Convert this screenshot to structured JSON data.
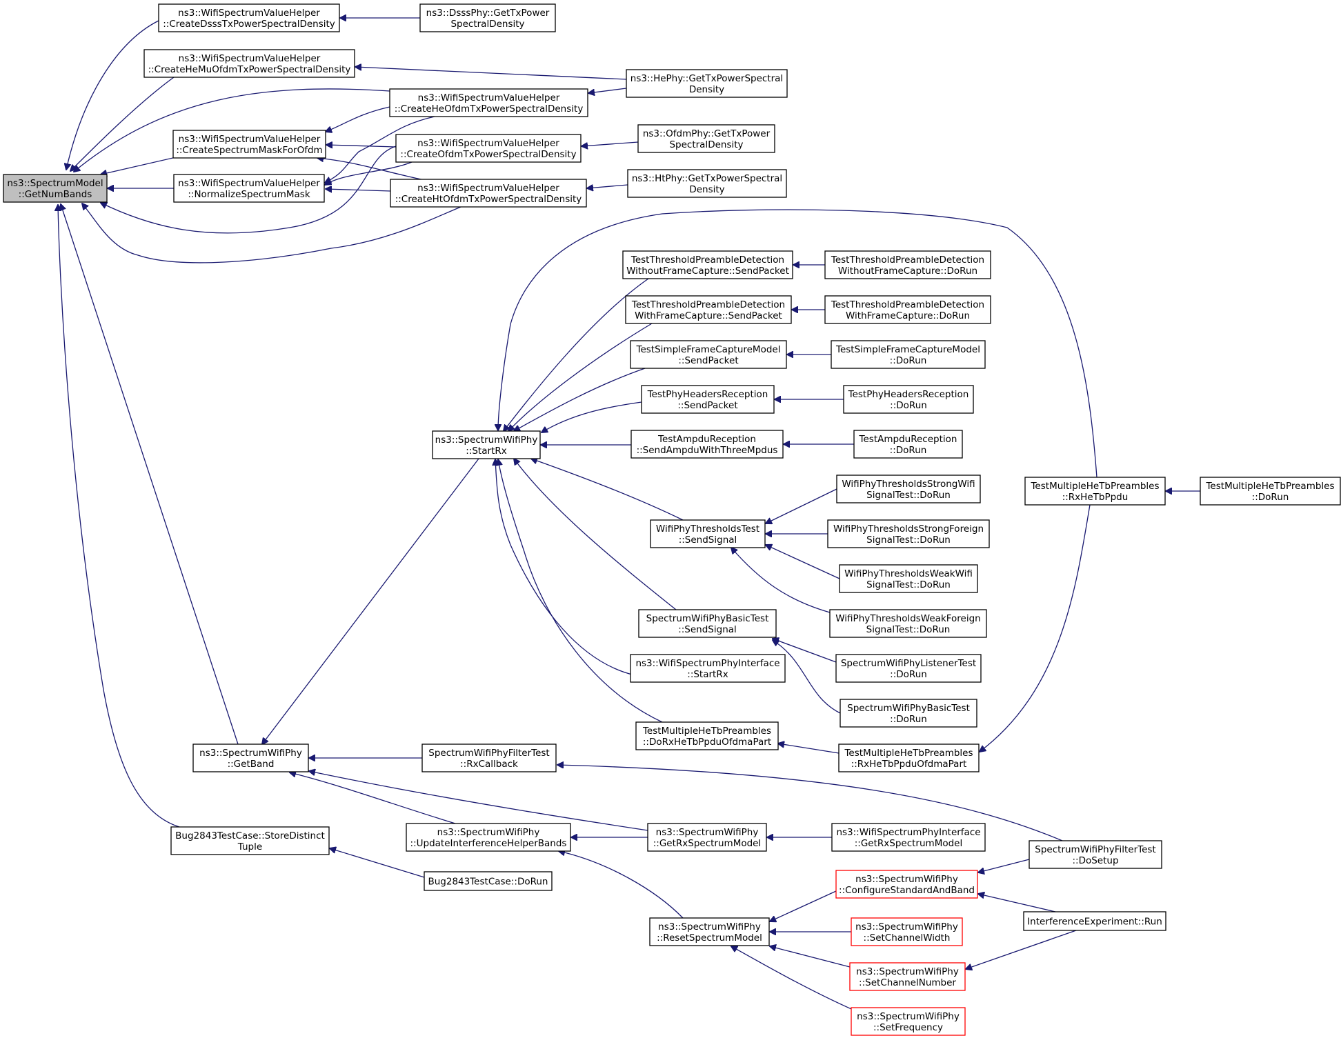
{
  "colors": {
    "edge": "#191970",
    "root_fill": "#bfbfbf",
    "node_border": "#000000",
    "truncated_border": "#ff0000"
  },
  "nodes": [
    {
      "id": "root",
      "lines": [
        "ns3::SpectrumModel",
        "::GetNumBands"
      ],
      "style": "root"
    },
    {
      "id": "dsss_helper",
      "lines": [
        "ns3::WifiSpectrumValueHelper",
        "::CreateDsssTxPowerSpectralDensity"
      ]
    },
    {
      "id": "dsss_phy",
      "lines": [
        "ns3::DsssPhy::GetTxPower",
        "SpectralDensity"
      ]
    },
    {
      "id": "hemu_helper",
      "lines": [
        "ns3::WifiSpectrumValueHelper",
        "::CreateHeMuOfdmTxPowerSpectralDensity"
      ]
    },
    {
      "id": "he_phy",
      "lines": [
        "ns3::HePhy::GetTxPowerSpectral",
        "Density"
      ]
    },
    {
      "id": "heofdm_helper",
      "lines": [
        "ns3::WifiSpectrumValueHelper",
        "::CreateHeOfdmTxPowerSpectralDensity"
      ]
    },
    {
      "id": "mask_helper",
      "lines": [
        "ns3::WifiSpectrumValueHelper",
        "::CreateSpectrumMaskForOfdm"
      ]
    },
    {
      "id": "ofdm_helper",
      "lines": [
        "ns3::WifiSpectrumValueHelper",
        "::CreateOfdmTxPowerSpectralDensity"
      ]
    },
    {
      "id": "ofdm_phy",
      "lines": [
        "ns3::OfdmPhy::GetTxPower",
        "SpectralDensity"
      ]
    },
    {
      "id": "norm_helper",
      "lines": [
        "ns3::WifiSpectrumValueHelper",
        "::NormalizeSpectrumMask"
      ]
    },
    {
      "id": "htofdm_helper",
      "lines": [
        "ns3::WifiSpectrumValueHelper",
        "::CreateHtOfdmTxPowerSpectralDensity"
      ]
    },
    {
      "id": "ht_phy",
      "lines": [
        "ns3::HtPhy::GetTxPowerSpectral",
        "Density"
      ]
    },
    {
      "id": "startrx",
      "lines": [
        "ns3::SpectrumWifiPhy",
        "::StartRx"
      ]
    },
    {
      "id": "ttpd_wo_send",
      "lines": [
        "TestThresholdPreambleDetection",
        "WithoutFrameCapture::SendPacket"
      ]
    },
    {
      "id": "ttpd_wo_run",
      "lines": [
        "TestThresholdPreambleDetection",
        "WithoutFrameCapture::DoRun"
      ]
    },
    {
      "id": "ttpd_w_send",
      "lines": [
        "TestThresholdPreambleDetection",
        "WithFrameCapture::SendPacket"
      ]
    },
    {
      "id": "ttpd_w_run",
      "lines": [
        "TestThresholdPreambleDetection",
        "WithFrameCapture::DoRun"
      ]
    },
    {
      "id": "tsfc_send",
      "lines": [
        "TestSimpleFrameCaptureModel",
        "::SendPacket"
      ]
    },
    {
      "id": "tsfc_run",
      "lines": [
        "TestSimpleFrameCaptureModel",
        "::DoRun"
      ]
    },
    {
      "id": "tphr_send",
      "lines": [
        "TestPhyHeadersReception",
        "::SendPacket"
      ]
    },
    {
      "id": "tphr_run",
      "lines": [
        "TestPhyHeadersReception",
        "::DoRun"
      ]
    },
    {
      "id": "tar_send",
      "lines": [
        "TestAmpduReception",
        "::SendAmpduWithThreeMpdus"
      ]
    },
    {
      "id": "tar_run",
      "lines": [
        "TestAmpduReception",
        "::DoRun"
      ]
    },
    {
      "id": "wpt_send",
      "lines": [
        "WifiPhyThresholdsTest",
        "::SendSignal"
      ]
    },
    {
      "id": "wpt_sw",
      "lines": [
        "WifiPhyThresholdsStrongWifi",
        "SignalTest::DoRun"
      ]
    },
    {
      "id": "wpt_sf",
      "lines": [
        "WifiPhyThresholdsStrongForeign",
        "SignalTest::DoRun"
      ]
    },
    {
      "id": "wpt_ww",
      "lines": [
        "WifiPhyThresholdsWeakWifi",
        "SignalTest::DoRun"
      ]
    },
    {
      "id": "wpt_wf",
      "lines": [
        "WifiPhyThresholdsWeakForeign",
        "SignalTest::DoRun"
      ]
    },
    {
      "id": "swpb_send",
      "lines": [
        "SpectrumWifiPhyBasicTest",
        "::SendSignal"
      ]
    },
    {
      "id": "swpl_run",
      "lines": [
        "SpectrumWifiPhyListenerTest",
        "::DoRun"
      ]
    },
    {
      "id": "swpb_run",
      "lines": [
        "SpectrumWifiPhyBasicTest",
        "::DoRun"
      ]
    },
    {
      "id": "wspi_startrx",
      "lines": [
        "ns3::WifiSpectrumPhyInterface",
        "::StartRx"
      ]
    },
    {
      "id": "tmhtp_dorx",
      "lines": [
        "TestMultipleHeTbPreambles",
        "::DoRxHeTbPpduOfdmaPart"
      ]
    },
    {
      "id": "tmhtp_rxofdma",
      "lines": [
        "TestMultipleHeTbPreambles",
        "::RxHeTbPpduOfdmaPart"
      ]
    },
    {
      "id": "tmhtp_rx",
      "lines": [
        "TestMultipleHeTbPreambles",
        "::RxHeTbPpdu"
      ]
    },
    {
      "id": "tmhtp_run",
      "lines": [
        "TestMultipleHeTbPreambles",
        "::DoRun"
      ]
    },
    {
      "id": "getband",
      "lines": [
        "ns3::SpectrumWifiPhy",
        "::GetBand"
      ]
    },
    {
      "id": "swpf_cb",
      "lines": [
        "SpectrumWifiPhyFilterTest",
        "::RxCallback"
      ]
    },
    {
      "id": "swpf_setup",
      "lines": [
        "SpectrumWifiPhyFilterTest",
        "::DoSetup"
      ]
    },
    {
      "id": "uihb",
      "lines": [
        "ns3::SpectrumWifiPhy",
        "::UpdateInterferenceHelperBands"
      ]
    },
    {
      "id": "getrxsm",
      "lines": [
        "ns3::SpectrumWifiPhy",
        "::GetRxSpectrumModel"
      ]
    },
    {
      "id": "wspi_getrxsm",
      "lines": [
        "ns3::WifiSpectrumPhyInterface",
        "::GetRxSpectrumModel"
      ]
    },
    {
      "id": "bug_store",
      "lines": [
        "Bug2843TestCase::StoreDistinct",
        "Tuple"
      ]
    },
    {
      "id": "bug_run",
      "lines": [
        "Bug2843TestCase::DoRun"
      ]
    },
    {
      "id": "resetsm",
      "lines": [
        "ns3::SpectrumWifiPhy",
        "::ResetSpectrumModel"
      ]
    },
    {
      "id": "csab",
      "lines": [
        "ns3::SpectrumWifiPhy",
        "::ConfigureStandardAndBand"
      ],
      "style": "red"
    },
    {
      "id": "ie_run",
      "lines": [
        "InterferenceExperiment::Run"
      ]
    },
    {
      "id": "scw",
      "lines": [
        "ns3::SpectrumWifiPhy",
        "::SetChannelWidth"
      ],
      "style": "red"
    },
    {
      "id": "scn",
      "lines": [
        "ns3::SpectrumWifiPhy",
        "::SetChannelNumber"
      ],
      "style": "red"
    },
    {
      "id": "sf",
      "lines": [
        "ns3::SpectrumWifiPhy",
        "::SetFrequency"
      ],
      "style": "red"
    }
  ],
  "edges": [
    [
      "dsss_helper",
      "root"
    ],
    [
      "hemu_helper",
      "root"
    ],
    [
      "heofdm_helper",
      "root"
    ],
    [
      "mask_helper",
      "root"
    ],
    [
      "norm_helper",
      "root"
    ],
    [
      "ofdm_helper",
      "root"
    ],
    [
      "htofdm_helper",
      "root"
    ],
    [
      "getband",
      "root"
    ],
    [
      "bug_store",
      "root"
    ],
    [
      "dsss_phy",
      "dsss_helper"
    ],
    [
      "he_phy",
      "hemu_helper"
    ],
    [
      "he_phy",
      "heofdm_helper"
    ],
    [
      "heofdm_helper",
      "mask_helper"
    ],
    [
      "ofdm_helper",
      "mask_helper"
    ],
    [
      "htofdm_helper",
      "mask_helper"
    ],
    [
      "heofdm_helper",
      "norm_helper"
    ],
    [
      "ofdm_helper",
      "norm_helper"
    ],
    [
      "htofdm_helper",
      "norm_helper"
    ],
    [
      "ofdm_phy",
      "ofdm_helper"
    ],
    [
      "ht_phy",
      "htofdm_helper"
    ],
    [
      "startrx",
      "getband"
    ],
    [
      "ttpd_wo_send",
      "startrx"
    ],
    [
      "ttpd_w_send",
      "startrx"
    ],
    [
      "tsfc_send",
      "startrx"
    ],
    [
      "tphr_send",
      "startrx"
    ],
    [
      "tar_send",
      "startrx"
    ],
    [
      "wpt_send",
      "startrx"
    ],
    [
      "swpb_send",
      "startrx"
    ],
    [
      "wspi_startrx",
      "startrx"
    ],
    [
      "tmhtp_dorx",
      "startrx"
    ],
    [
      "tmhtp_rx",
      "startrx"
    ],
    [
      "ttpd_wo_run",
      "ttpd_wo_send"
    ],
    [
      "ttpd_w_run",
      "ttpd_w_send"
    ],
    [
      "tsfc_run",
      "tsfc_send"
    ],
    [
      "tphr_run",
      "tphr_send"
    ],
    [
      "tar_run",
      "tar_send"
    ],
    [
      "wpt_sw",
      "wpt_send"
    ],
    [
      "wpt_sf",
      "wpt_send"
    ],
    [
      "wpt_ww",
      "wpt_send"
    ],
    [
      "wpt_wf",
      "wpt_send"
    ],
    [
      "swpl_run",
      "swpb_send"
    ],
    [
      "swpb_run",
      "swpb_send"
    ],
    [
      "tmhtp_rxofdma",
      "tmhtp_dorx"
    ],
    [
      "tmhtp_rx",
      "tmhtp_rxofdma"
    ],
    [
      "tmhtp_run",
      "tmhtp_rx"
    ],
    [
      "swpf_cb",
      "getband"
    ],
    [
      "uihb",
      "getband"
    ],
    [
      "getrxsm",
      "getband"
    ],
    [
      "swpf_setup",
      "swpf_cb"
    ],
    [
      "getrxsm",
      "uihb"
    ],
    [
      "resetsm",
      "uihb"
    ],
    [
      "wspi_getrxsm",
      "getrxsm"
    ],
    [
      "bug_run",
      "bug_store"
    ],
    [
      "csab",
      "resetsm"
    ],
    [
      "scw",
      "resetsm"
    ],
    [
      "scn",
      "resetsm"
    ],
    [
      "sf",
      "resetsm"
    ],
    [
      "swpf_setup",
      "csab"
    ],
    [
      "ie_run",
      "csab"
    ],
    [
      "ie_run",
      "scn"
    ]
  ]
}
